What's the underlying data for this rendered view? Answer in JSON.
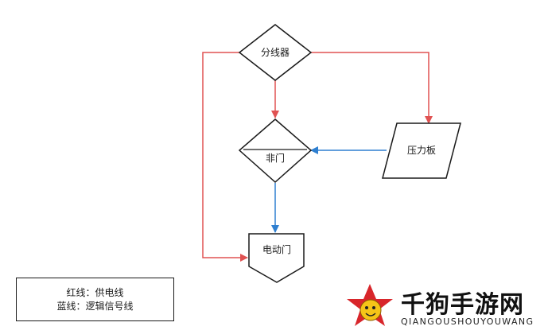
{
  "nodes": {
    "splitter": "分线器",
    "not_gate": "非门",
    "pressure_plate": "压力板",
    "electric_door": "电动门"
  },
  "legend": {
    "red_line": "红线：供电线",
    "blue_line": "蓝线：逻辑信号线"
  },
  "colors": {
    "power_line": "#e05252",
    "signal_line": "#2f7fd0",
    "outline": "#1a1a1a"
  },
  "watermark": {
    "title": "千狗手游网",
    "subtitle": "QIANGOUSHOUYOUWANG"
  }
}
